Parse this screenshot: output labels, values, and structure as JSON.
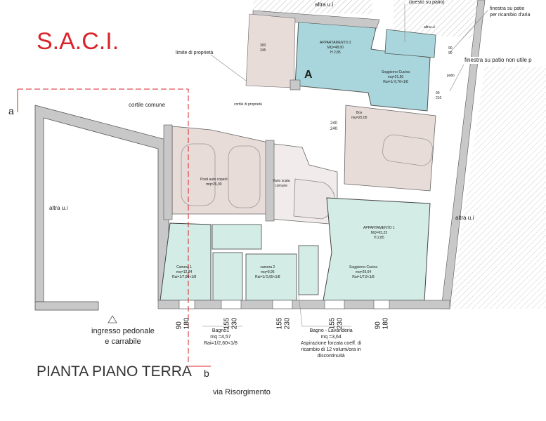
{
  "title": "S.A.C.I.",
  "plan_title": "PIANTA PIANO TERRA",
  "street": "via Risorgimento",
  "section_labels": {
    "a": "a",
    "b": "b"
  },
  "colors": {
    "brand_red": "#d9232a",
    "wall": "#c8c8c8",
    "apartment_blue": "#a9d6dc",
    "apartment_green": "#d3ece6",
    "garage_pink": "#e8dcd8"
  },
  "labels": {
    "altra_top": "altra u.i",
    "altra_top2": "altra u.i",
    "aresto": "(aresto su patio)",
    "finestra1_l1": "finestra su patio",
    "finestra1_l2": "per ricambio d'aria",
    "finestra2": "finestra su patio non utile p",
    "limite": "limite di proprietà",
    "cortile_comune": "cortile comune",
    "cortile_proprieta": "cortile di proprietà",
    "altra_left": "altra u.i",
    "altra_right": "altra u.i",
    "patio": "patio",
    "marker_a": "A",
    "ingresso_l1": "ingresso pedonale",
    "ingresso_l2": "e carrabile"
  },
  "rooms": {
    "apt2": {
      "name": "APPARTAMENTO 2",
      "area": "MQ=48,00",
      "h": "H 2,85"
    },
    "apt2_sogg": {
      "name": "Soggiorno-Cucina",
      "area": "mq=21,50",
      "rai": "Rai=1/ 6,76<1/8"
    },
    "garage_left": {
      "name": "Posti auto coperti",
      "area": "mq=26,00"
    },
    "box": {
      "name": "Box",
      "area": "mq=25,00"
    },
    "stair": {
      "name": "Vano scala",
      "name2": "comune"
    },
    "apt1": {
      "name": "APPARTAMENTO 1",
      "area": "MQ=65,23",
      "h": "H 2,85"
    },
    "apt1_sogg": {
      "name": "Soggiorno-Cucina",
      "area": "mq=26,64",
      "rai": "Rai=1/7,8<1/8"
    },
    "camera1": {
      "name": "Camera 1",
      "area": "mq=12,84",
      "rai": "Rai=1/7,90<1/8"
    },
    "camera2": {
      "name": "camera 2",
      "area": "mq=8,96",
      "rai": "Rai=1/ 5,05<1/8"
    },
    "bagno1": {
      "name": "Bagno1",
      "area": "mq   =4,57",
      "rai": "Rai=1/2,60<1/8"
    },
    "bagno_lav": {
      "name": "Bagno - Lavanderia",
      "area": "mq   =3,64",
      "note1": "Aspirazione forzata coeff. di",
      "note2": "ricambio di 12 volumi/ora in",
      "note3": "discontinuità"
    }
  },
  "dimensions": {
    "w1": [
      "90",
      "180"
    ],
    "w2": [
      "155",
      "230"
    ],
    "w3": [
      "155",
      "230"
    ],
    "w4": [
      "155",
      "230"
    ],
    "w5": [
      "90",
      "180"
    ],
    "garage_door": [
      "300",
      "245"
    ],
    "box_door": [
      "240",
      "240"
    ],
    "patio_d1": [
      "90",
      "90"
    ],
    "patio_d2": [
      "90",
      "210"
    ]
  }
}
